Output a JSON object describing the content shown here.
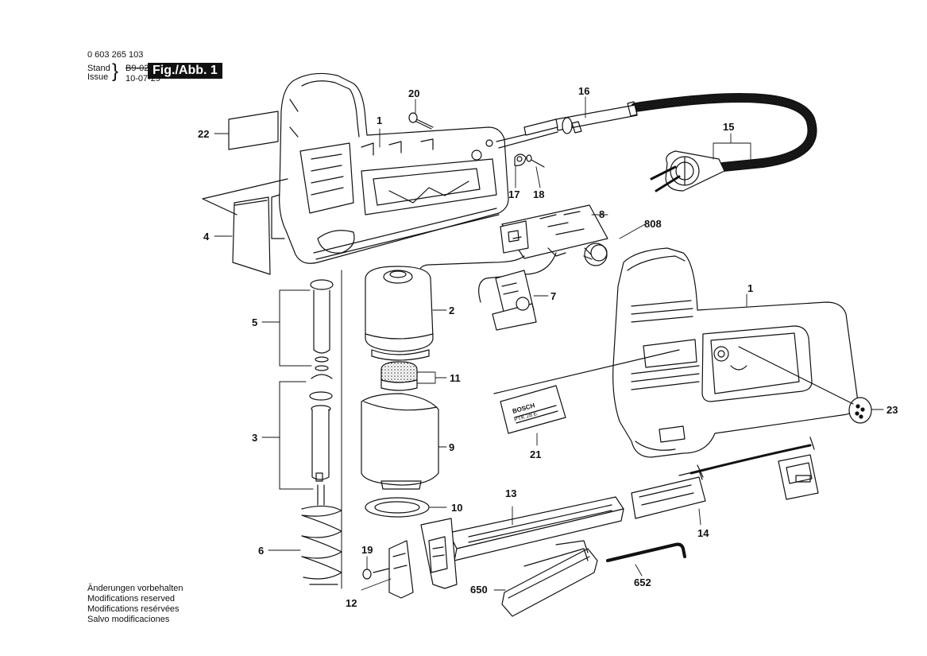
{
  "header": {
    "part_number": "0 603 265 103",
    "stand_label": "Stand",
    "stand_old": "B9-02",
    "issue_label": "Issue",
    "issue_date": "10-07-29",
    "figure": "Fig./Abb. 1"
  },
  "notes": [
    "Änderungen vorbehalten",
    "Modifications reserved",
    "Modifications resérvées",
    "Salvo modificaciones"
  ],
  "plate_text": {
    "brand": "BOSCH",
    "model": "PTK 28 E"
  },
  "callouts": {
    "c1a": "1",
    "c1b": "1",
    "c2": "2",
    "c3": "3",
    "c4": "4",
    "c5": "5",
    "c6": "6",
    "c7": "7",
    "c8": "8",
    "c9": "9",
    "c10": "10",
    "c11": "11",
    "c12": "12",
    "c13": "13",
    "c14": "14",
    "c15": "15",
    "c16": "16",
    "c17": "17",
    "c18": "18",
    "c19": "19",
    "c20": "20",
    "c21": "21",
    "c22": "22",
    "c23": "23",
    "c650": "650",
    "c652": "652",
    "c808": "808"
  }
}
